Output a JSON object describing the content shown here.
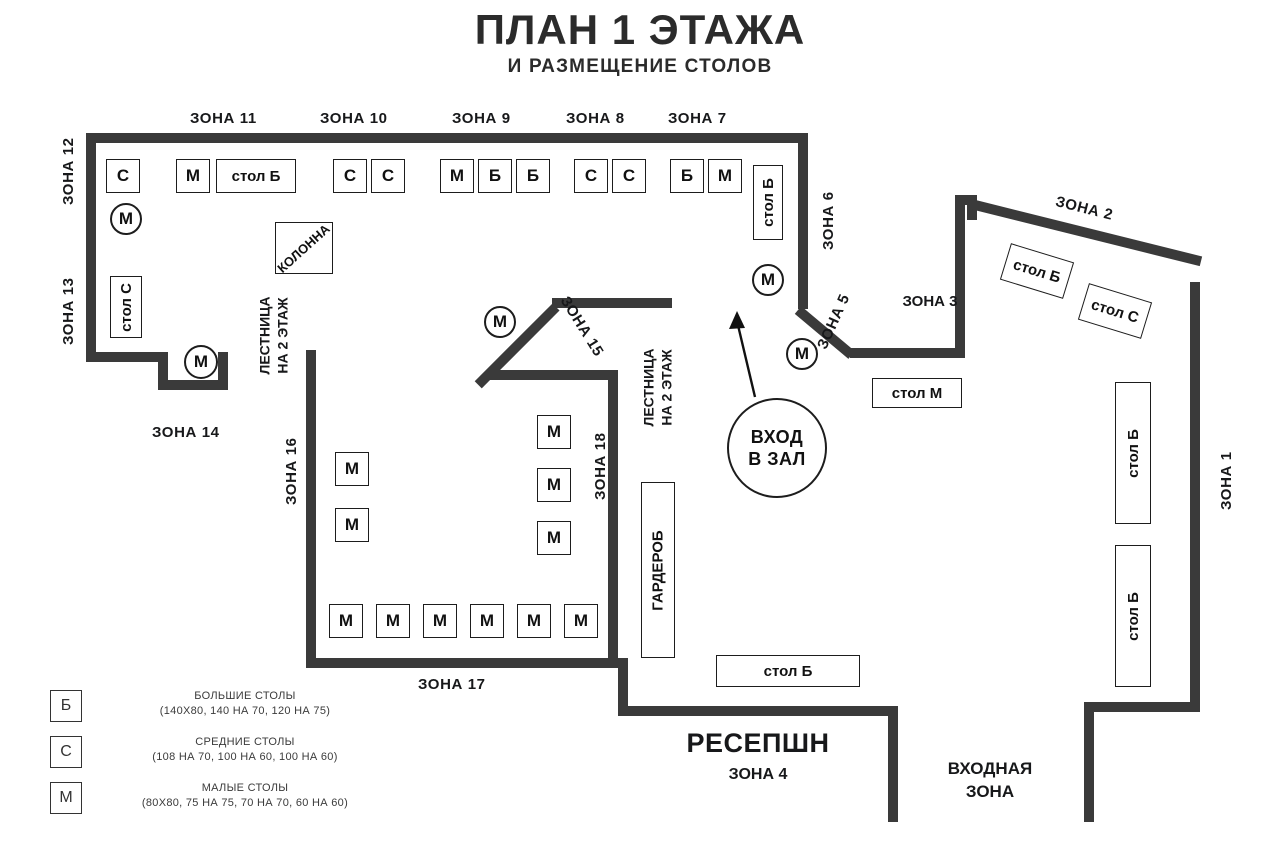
{
  "header": {
    "title": "ПЛАН 1 ЭТАЖА",
    "subtitle": "И РАЗМЕЩЕНИЕ СТОЛОВ"
  },
  "zones": {
    "z1": "ЗОНА 1",
    "z2": "ЗОНА 2",
    "z3": "ЗОНА 3",
    "z4": "ЗОНА 4",
    "z5": "ЗОНА 5",
    "z6": "ЗОНА 6",
    "z7": "ЗОНА 7",
    "z8": "ЗОНА 8",
    "z9": "ЗОНА 9",
    "z10": "ЗОНА 10",
    "z11": "ЗОНА 11",
    "z12": "ЗОНА 12",
    "z13": "ЗОНА 13",
    "z14": "ЗОНА 14",
    "z15": "ЗОНА 15",
    "z16": "ЗОНА 16",
    "z17": "ЗОНА 17",
    "z18": "ЗОНА 18"
  },
  "captions": {
    "reception": "РЕСЕПШН",
    "entrance_zone_line1": "ВХОДНАЯ",
    "entrance_zone_line2": "ЗОНА",
    "entrance_hall_line1": "ВХОД",
    "entrance_hall_line2": "В ЗАЛ",
    "stairs_line1": "ЛЕСТНИЦА",
    "stairs_line2": "НА 2 ЭТАЖ",
    "wardrobe": "ГАРДЕРОБ",
    "column": "КОЛОННА"
  },
  "tables": {
    "zone12": [
      {
        "label": "С",
        "kind": "box"
      },
      {
        "label": "М",
        "kind": "circle"
      },
      {
        "label": "стол С",
        "kind": "vertical"
      }
    ],
    "zone11": [
      {
        "label": "М",
        "kind": "box"
      },
      {
        "label": "стол Б",
        "kind": "box-wide"
      }
    ],
    "zone10": [
      {
        "label": "С",
        "kind": "box"
      },
      {
        "label": "С",
        "kind": "box"
      }
    ],
    "zone9": [
      {
        "label": "М",
        "kind": "box"
      },
      {
        "label": "Б",
        "kind": "box"
      },
      {
        "label": "Б",
        "kind": "box"
      }
    ],
    "zone8": [
      {
        "label": "С",
        "kind": "box"
      },
      {
        "label": "С",
        "kind": "box"
      }
    ],
    "zone7": [
      {
        "label": "Б",
        "kind": "box"
      },
      {
        "label": "М",
        "kind": "box"
      }
    ],
    "zone6": [
      {
        "label": "стол Б",
        "kind": "vertical"
      },
      {
        "label": "М",
        "kind": "circle"
      }
    ],
    "zone5": [
      {
        "label": "М",
        "kind": "circle"
      }
    ],
    "zone3": [
      {
        "label": "стол М",
        "kind": "box-wide"
      }
    ],
    "zone2": [
      {
        "label": "стол Б",
        "kind": "diagonal"
      },
      {
        "label": "стол С",
        "kind": "diagonal"
      }
    ],
    "zone1": [
      {
        "label": "стол Б",
        "kind": "vertical"
      },
      {
        "label": "стол Б",
        "kind": "vertical"
      }
    ],
    "zone4": [
      {
        "label": "стол Б",
        "kind": "box-wide"
      }
    ],
    "zone14": [
      {
        "label": "М",
        "kind": "circle"
      }
    ],
    "zone15": [
      {
        "label": "М",
        "kind": "circle"
      }
    ],
    "zone16": [
      {
        "label": "М",
        "kind": "box"
      },
      {
        "label": "М",
        "kind": "box"
      }
    ],
    "zone17": [
      {
        "label": "М",
        "kind": "box"
      },
      {
        "label": "М",
        "kind": "box"
      },
      {
        "label": "М",
        "kind": "box"
      },
      {
        "label": "М",
        "kind": "box"
      },
      {
        "label": "М",
        "kind": "box"
      },
      {
        "label": "М",
        "kind": "box"
      }
    ],
    "zone18": [
      {
        "label": "М",
        "kind": "box"
      },
      {
        "label": "М",
        "kind": "box"
      },
      {
        "label": "М",
        "kind": "box"
      }
    ]
  },
  "legend": [
    {
      "code": "Б",
      "title": "БОЛЬШИЕ СТОЛЫ",
      "sizes": "(140X80, 140 НА 70, 120 НА 75)"
    },
    {
      "code": "С",
      "title": "СРЕДНИЕ СТОЛЫ",
      "sizes": "(108 НА 70, 100 НА 60, 100 НА 60)"
    },
    {
      "code": "М",
      "title": "МАЛЫЕ СТОЛЫ",
      "sizes": "(80X80, 75 НА 75, 70 НА 70, 60 НА 60)"
    }
  ],
  "colors": {
    "wall": "#3a3a3a",
    "text": "#17181a",
    "background": "#ffffff",
    "table_border": "#1d1d1d"
  }
}
